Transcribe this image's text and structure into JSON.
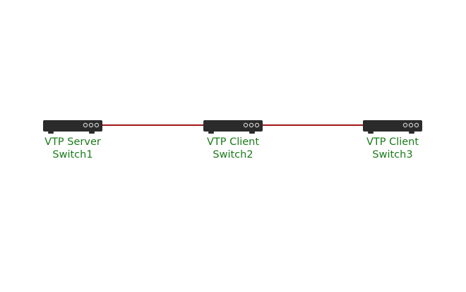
{
  "colors": {
    "label": "#1a7a1a",
    "link": "#a01818",
    "device_body": "#2b2b2b",
    "device_port": "#cfcfcf"
  },
  "diagram": {
    "links": [
      {
        "from": "switch1",
        "to": "switch2"
      },
      {
        "from": "switch2",
        "to": "switch3"
      }
    ],
    "nodes": [
      {
        "id": "switch1",
        "icon": "network-switch-icon",
        "role": "VTP Server",
        "name": "Switch1"
      },
      {
        "id": "switch2",
        "icon": "network-switch-icon",
        "role": "VTP Client",
        "name": "Switch2"
      },
      {
        "id": "switch3",
        "icon": "network-switch-icon",
        "role": "VTP Client",
        "name": "Switch3"
      }
    ]
  }
}
